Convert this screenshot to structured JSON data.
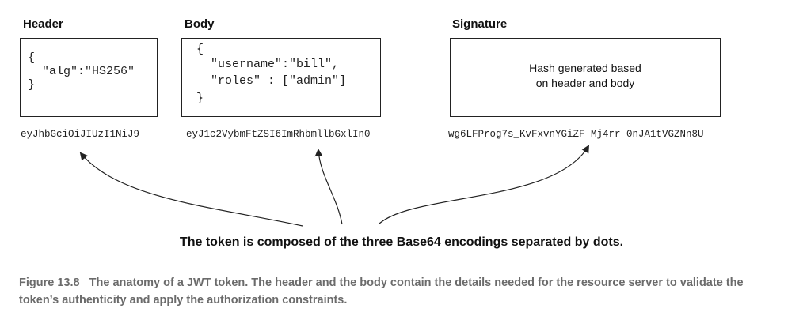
{
  "header": {
    "title": "Header",
    "code_lines": [
      "{",
      "  \"alg\":\"HS256\"",
      "}"
    ],
    "encoded": "eyJhbGciOiJIUzI1NiJ9"
  },
  "body": {
    "title": "Body",
    "code_lines": [
      "{",
      "  \"username\":\"bill\",",
      "  \"roles\" : [\"admin\"]",
      "}"
    ],
    "encoded": "eyJ1c2VybmFtZSI6ImRhbmllbGxlIn0"
  },
  "signature": {
    "title": "Signature",
    "text_lines": [
      "Hash generated based",
      "on header and body"
    ],
    "encoded": "wg6LFProg7s_KvFxvnYGiZF-Mj4rr-0nJA1tVGZNn8U"
  },
  "caption": "The token is composed of the three Base64 encodings separated by dots.",
  "figure": {
    "label": "Figure 13.8",
    "text": "The anatomy of a JWT token. The header and the body contain the details needed for the resource server to validate the token’s authenticity and apply the authorization constraints."
  },
  "colors": {
    "line": "#222222",
    "figure_caption": "#6b6b6b"
  }
}
